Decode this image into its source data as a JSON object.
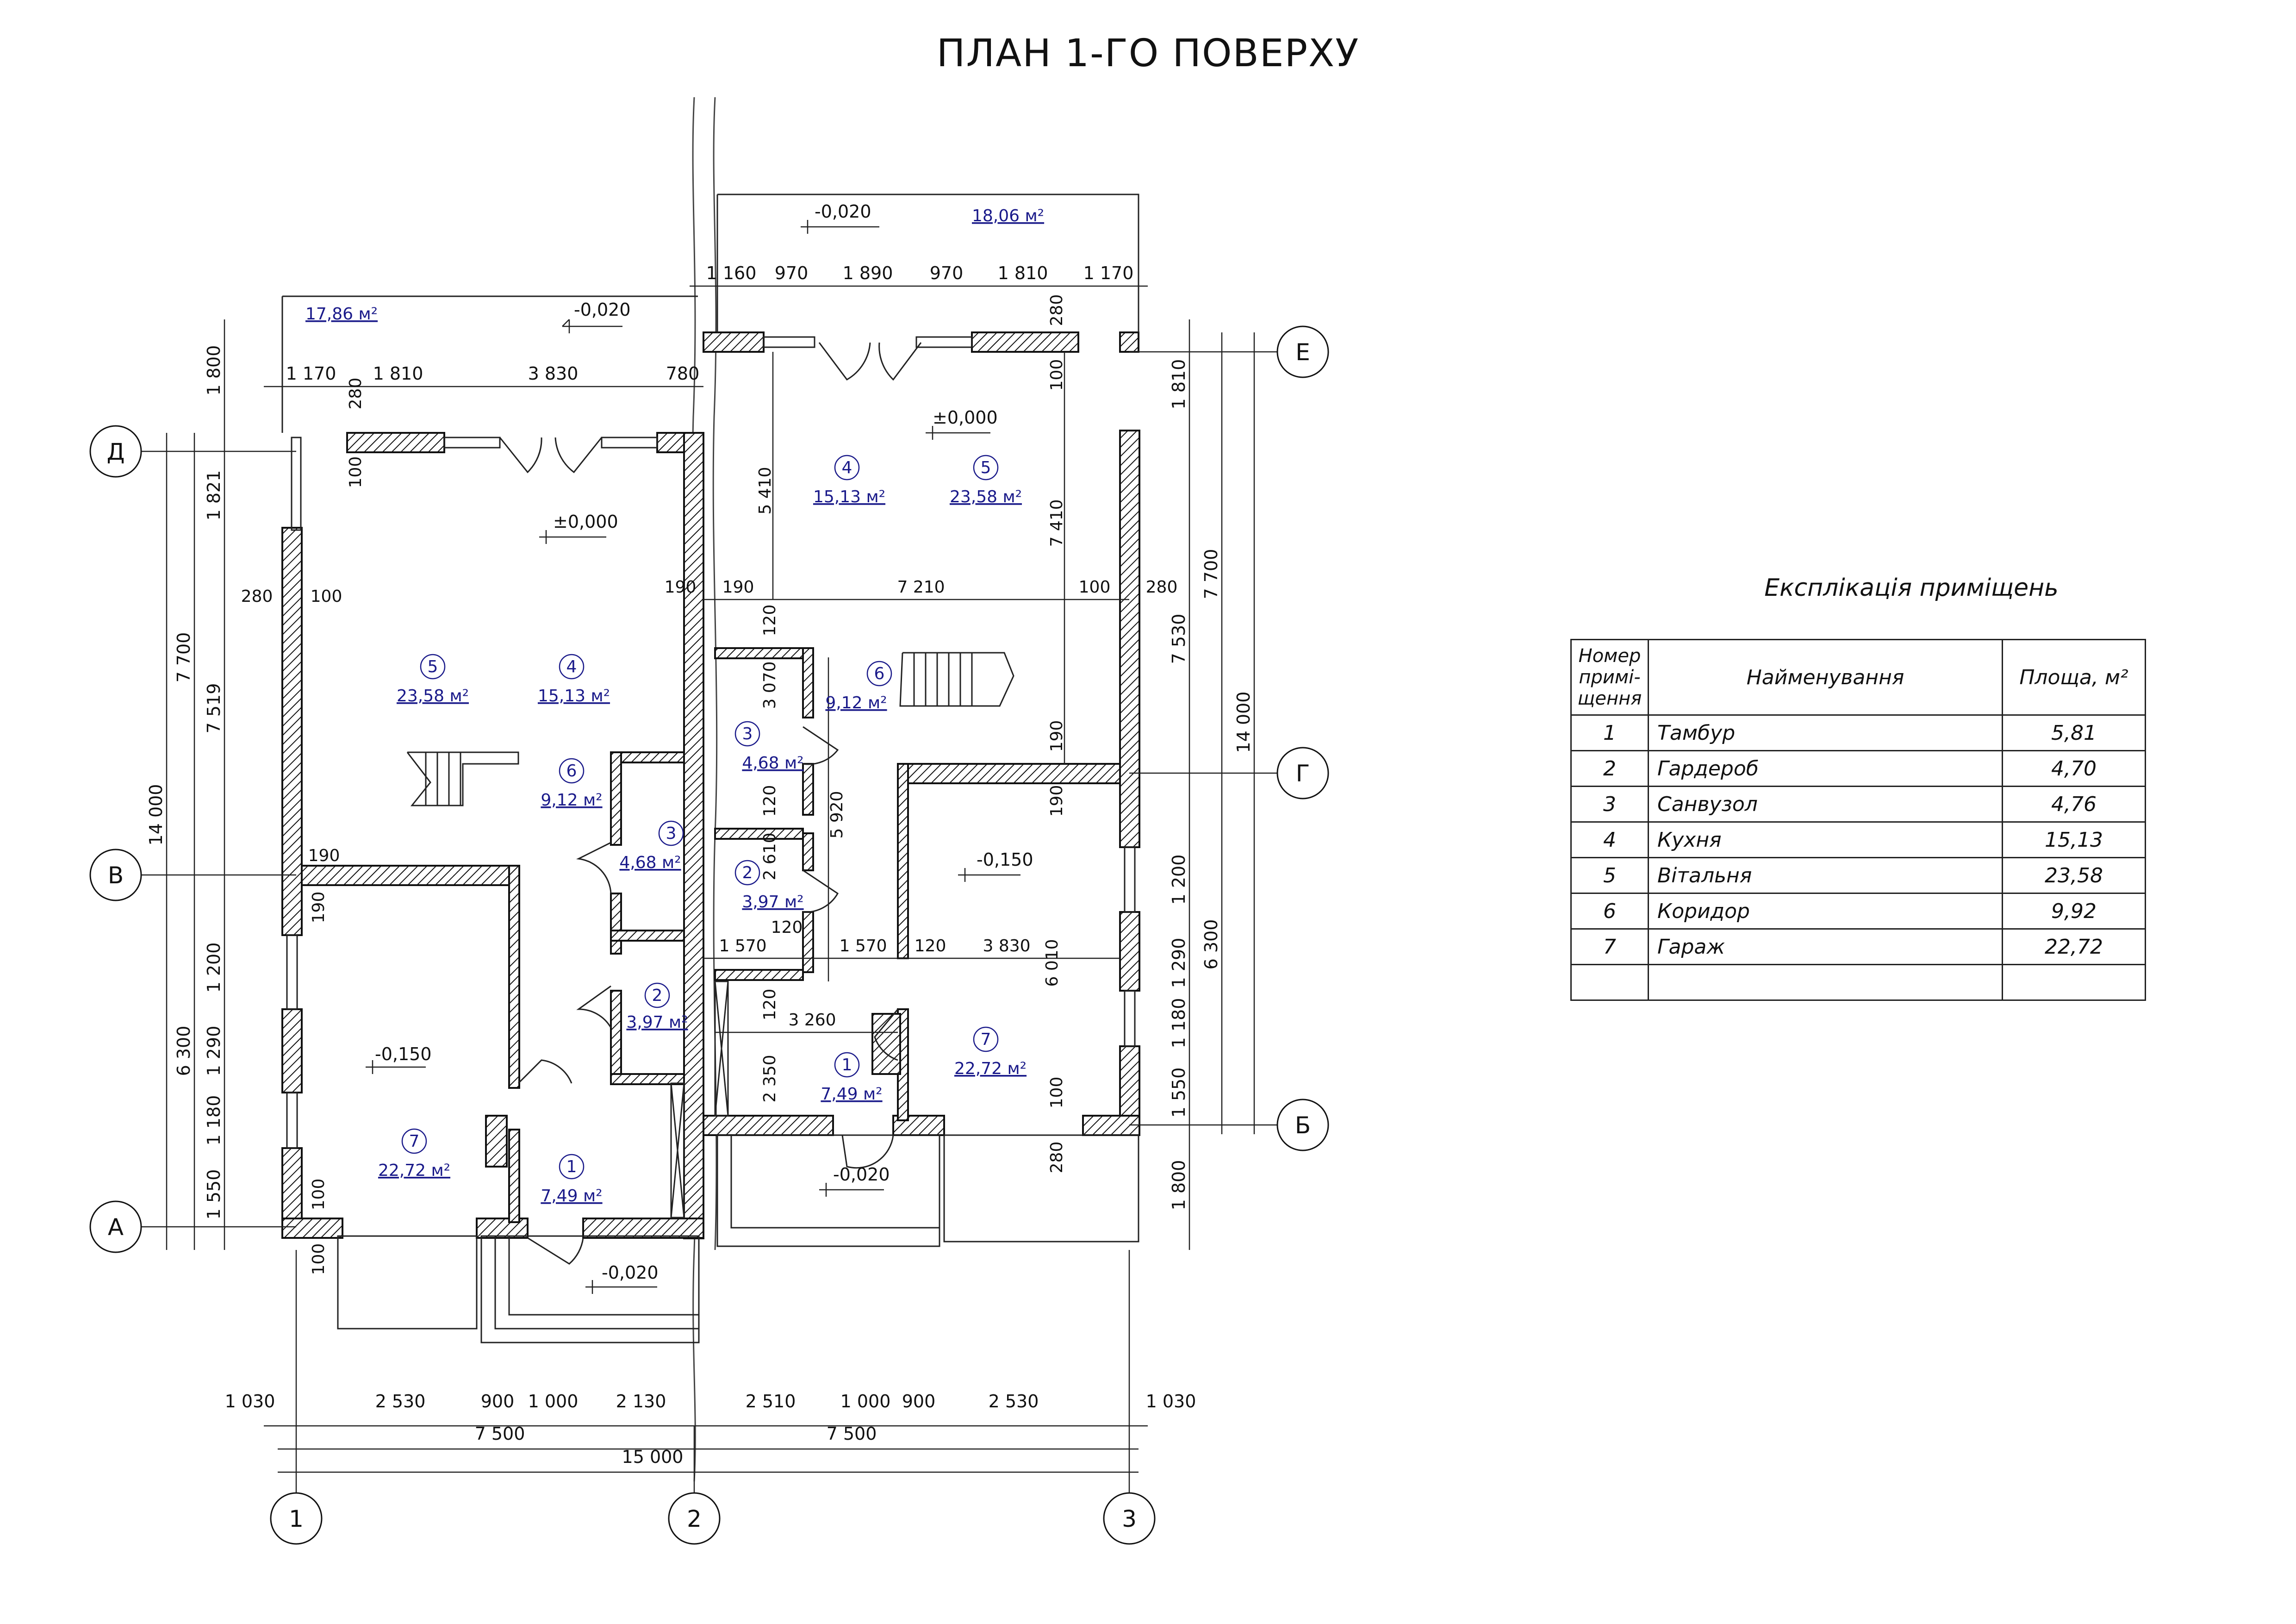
{
  "title": "ПЛАН 1-ГО ПОВЕРХУ",
  "explication": {
    "title": "Експлікація приміщень",
    "headers": [
      "Номер примі-щення",
      "Найменування",
      "Площа, м²"
    ],
    "rows": [
      {
        "num": "1",
        "name": "Тамбур",
        "area": "5,81"
      },
      {
        "num": "2",
        "name": "Гардероб",
        "area": "4,70"
      },
      {
        "num": "3",
        "name": "Санвузол",
        "area": "4,76"
      },
      {
        "num": "4",
        "name": "Кухня",
        "area": "15,13"
      },
      {
        "num": "5",
        "name": "Вітальня",
        "area": "23,58"
      },
      {
        "num": "6",
        "name": "Коридор",
        "area": "9,92"
      },
      {
        "num": "7",
        "name": "Гараж",
        "area": "22,72"
      }
    ]
  },
  "axes": {
    "horizontal": [
      "1",
      "2",
      "3"
    ],
    "vertical_left": [
      "Д",
      "В",
      "А"
    ],
    "vertical_right": [
      "Е",
      "Г",
      "Б"
    ]
  },
  "rooms_left": [
    {
      "num": "5",
      "area": "23,58 м²"
    },
    {
      "num": "4",
      "area": "15,13 м²"
    },
    {
      "num": "6",
      "area": "9,12 м²"
    },
    {
      "num": "3",
      "area": "4,68 м²"
    },
    {
      "num": "2",
      "area": "3,97 м²"
    },
    {
      "num": "7",
      "area": "22,72 м²"
    },
    {
      "num": "1",
      "area": "7,49 м²"
    }
  ],
  "rooms_right": [
    {
      "num": "4",
      "area": "15,13 м²"
    },
    {
      "num": "5",
      "area": "23,58 м²"
    },
    {
      "num": "6",
      "area": "9,12 м²"
    },
    {
      "num": "3",
      "area": "4,68 м²"
    },
    {
      "num": "2",
      "area": "3,97 м²"
    },
    {
      "num": "1",
      "area": "7,49 м²"
    },
    {
      "num": "7",
      "area": "22,72 м²"
    }
  ],
  "terraces": {
    "left_area": "17,86 м²",
    "right_area": "18,06 м²"
  },
  "levels": [
    "-0,020",
    "±0,000",
    "-0,150",
    "-0,020",
    "-0,020",
    "±0,000",
    "-0,150",
    "-0,020"
  ],
  "dims": {
    "top_left": [
      "1 170",
      "1 810",
      "3 830",
      "780"
    ],
    "top_right": [
      "1 160",
      "970",
      "1 890",
      "970",
      "1 810",
      "1 170"
    ],
    "bottom_row": [
      "1 030",
      "2 530",
      "900",
      "1 000",
      "2 130",
      "2 510",
      "1 000",
      "900",
      "2 530",
      "1 030"
    ],
    "bottom_half": [
      "7 500",
      "7 500"
    ],
    "bottom_total": "15 000",
    "left_outer": [
      "1 800",
      "1 821",
      "7 519",
      "1 200",
      "1 290",
      "1 180",
      "1 550"
    ],
    "left_mid": [
      "7 700",
      "6 300"
    ],
    "left_total": "14 000",
    "right_outer": [
      "1 810",
      "7 530",
      "1 200",
      "1 290",
      "1 180",
      "1 550",
      "1 800"
    ],
    "right_mid": [
      "7 700",
      "6 300"
    ],
    "right_total": "14 000",
    "inner": [
      "280",
      "100",
      "280",
      "100",
      "190",
      "190",
      "190",
      "190",
      "7 210",
      "100",
      "280",
      "120",
      "3 070",
      "120",
      "2 610",
      "5 920",
      "120",
      "1 570",
      "1 570",
      "120",
      "3 830",
      "6 010",
      "120",
      "3 260",
      "2 350",
      "5 410",
      "7 410",
      "100",
      "280",
      "280",
      "100",
      "190",
      "190",
      "100",
      "100"
    ]
  }
}
